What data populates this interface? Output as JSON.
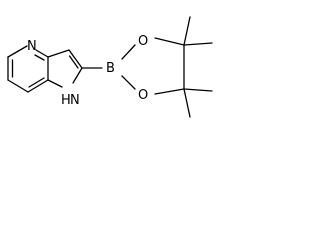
{
  "molecule": {
    "atoms": {
      "pyridine_n": "N",
      "pyrrole_n": "N",
      "pyrrole_h": "H",
      "boron": "B",
      "oxygen_top": "O",
      "oxygen_bottom": "O"
    }
  }
}
